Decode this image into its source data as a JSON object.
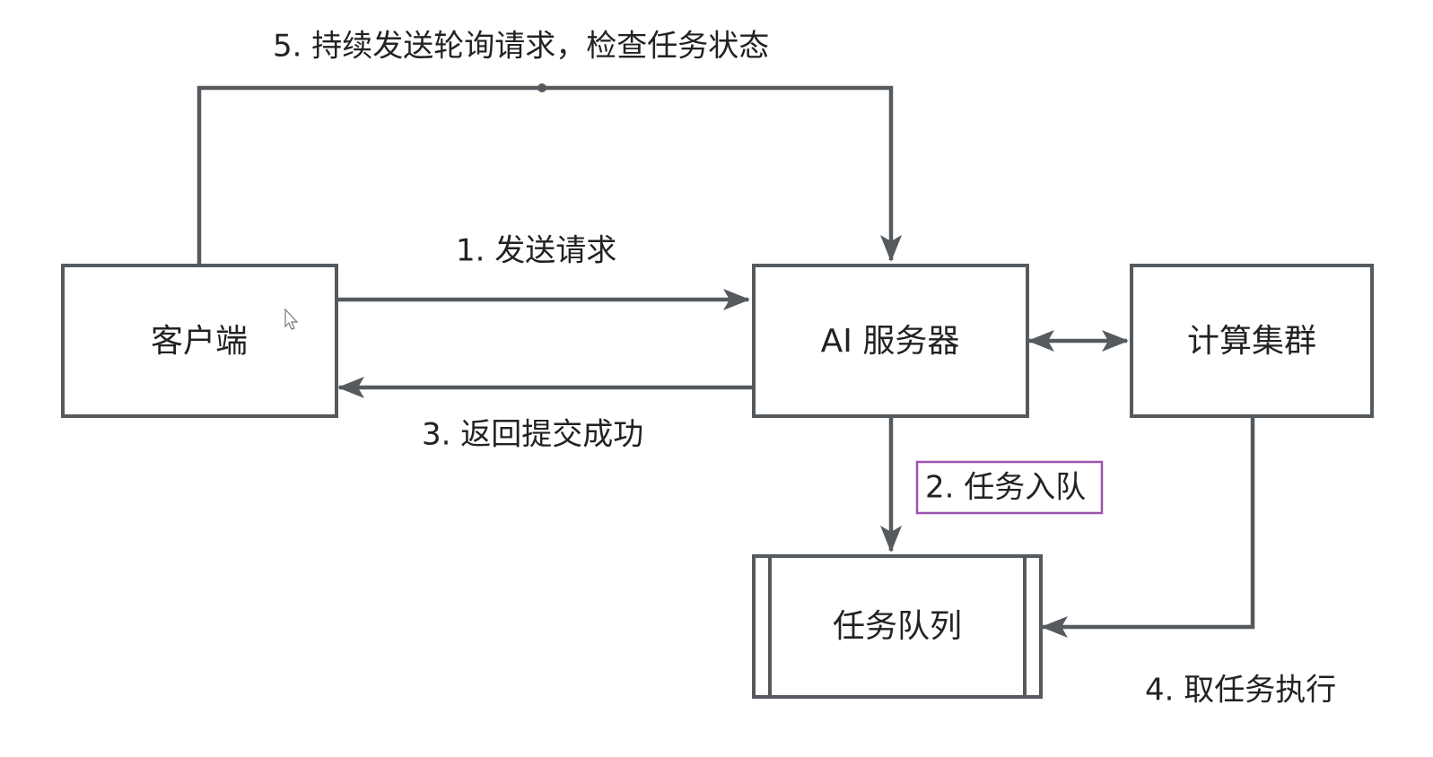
{
  "nodes": {
    "client": {
      "label": "客户端"
    },
    "server": {
      "label": "AI 服务器"
    },
    "cluster": {
      "label": "计算集群"
    },
    "queue": {
      "label": "任务队列"
    }
  },
  "edges": {
    "send_request": {
      "label": "1. 发送请求"
    },
    "enqueue": {
      "label": "2. 任务入队"
    },
    "return_success": {
      "label": "3. 返回提交成功"
    },
    "fetch_task": {
      "label": "4. 取任务执行"
    },
    "poll_status": {
      "label": "5. 持续发送轮询请求，检查任务状态"
    }
  },
  "colors": {
    "line": "#555a5f",
    "highlight": "#9b55b0",
    "text": "#222222"
  }
}
